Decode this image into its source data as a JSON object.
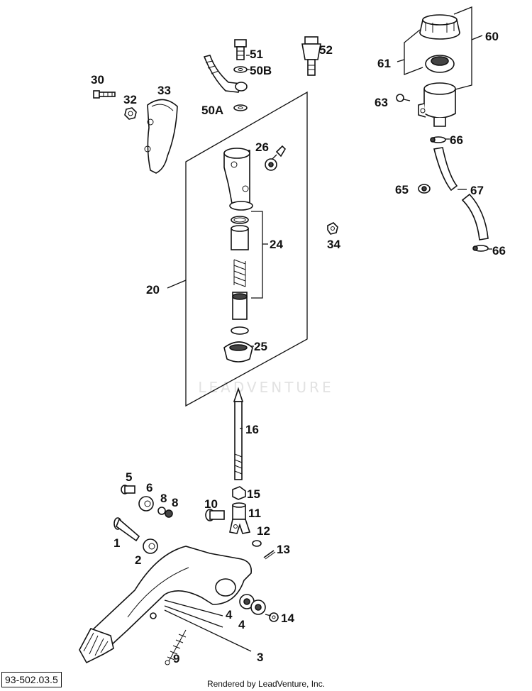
{
  "diagram_code": "93-502.03.5",
  "footer_text": "Rendered by LeadVenture, Inc.",
  "watermark_text": "LEADVENTURE",
  "callouts": [
    {
      "id": "60",
      "label": "60"
    },
    {
      "id": "61",
      "label": "61"
    },
    {
      "id": "63",
      "label": "63"
    },
    {
      "id": "66a",
      "label": "66"
    },
    {
      "id": "65",
      "label": "65"
    },
    {
      "id": "67",
      "label": "67"
    },
    {
      "id": "66b",
      "label": "66"
    },
    {
      "id": "51",
      "label": "51"
    },
    {
      "id": "50B",
      "label": "50B"
    },
    {
      "id": "52",
      "label": "52"
    },
    {
      "id": "50A",
      "label": "50A"
    },
    {
      "id": "30",
      "label": "30"
    },
    {
      "id": "32",
      "label": "32"
    },
    {
      "id": "33",
      "label": "33"
    },
    {
      "id": "26",
      "label": "26"
    },
    {
      "id": "24",
      "label": "24"
    },
    {
      "id": "34",
      "label": "34"
    },
    {
      "id": "20",
      "label": "20"
    },
    {
      "id": "25",
      "label": "25"
    },
    {
      "id": "16",
      "label": "16"
    },
    {
      "id": "5",
      "label": "5"
    },
    {
      "id": "6",
      "label": "6"
    },
    {
      "id": "8a",
      "label": "8"
    },
    {
      "id": "8b",
      "label": "8"
    },
    {
      "id": "10",
      "label": "10"
    },
    {
      "id": "15",
      "label": "15"
    },
    {
      "id": "11",
      "label": "11"
    },
    {
      "id": "1",
      "label": "1"
    },
    {
      "id": "12",
      "label": "12"
    },
    {
      "id": "13",
      "label": "13"
    },
    {
      "id": "2",
      "label": "2"
    },
    {
      "id": "4a",
      "label": "4"
    },
    {
      "id": "4b",
      "label": "4"
    },
    {
      "id": "14",
      "label": "14"
    },
    {
      "id": "3",
      "label": "3"
    },
    {
      "id": "9",
      "label": "9"
    }
  ]
}
